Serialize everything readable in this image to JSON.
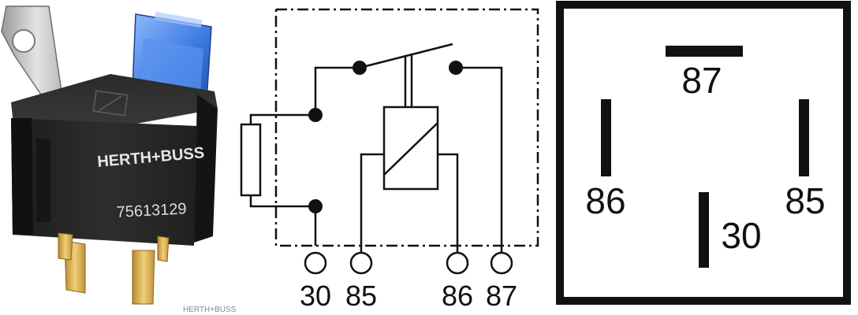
{
  "photo": {
    "brand": "HERTH+BUSS",
    "part_number": "75613129",
    "watermark": "HERTH+BUSS"
  },
  "schematic": {
    "pins": [
      "30",
      "85",
      "86",
      "87"
    ]
  },
  "pinout": {
    "pin_87": "87",
    "pin_86": "86",
    "pin_85": "85",
    "pin_30": "30"
  }
}
